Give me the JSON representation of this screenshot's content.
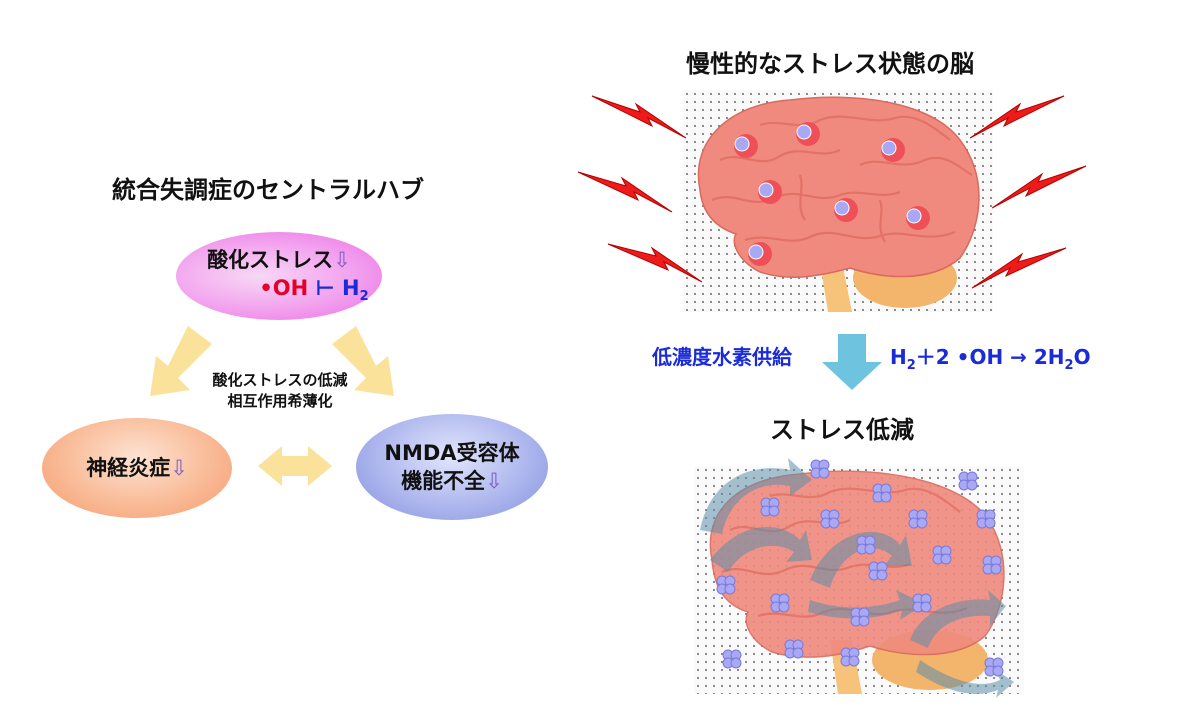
{
  "left": {
    "title": "統合失調症のセントラルハブ",
    "top_node": {
      "label": "酸化ストレス",
      "down_arrow": "⇩",
      "oh": "•OH",
      "inhibit": "⊢",
      "h2_base": "H",
      "h2_sub": "2"
    },
    "center_note": {
      "line1": "酸化ストレスの低減",
      "line2": "相互作用希薄化"
    },
    "left_node": {
      "label": "神経炎症",
      "down_arrow": "⇩"
    },
    "right_node": {
      "line1": "NMDA受容体",
      "line2": "機能不全",
      "down_arrow": "⇩"
    }
  },
  "right": {
    "top_title": "慢性的なストレス状態の脳",
    "supply_label": "低濃度水素供給",
    "equation": {
      "h": "H",
      "sub2a": "2",
      "plus": "＋2 •OH → 2H",
      "sub2b": "2",
      "o": "O"
    },
    "bottom_title": "ストレス低減"
  },
  "colors": {
    "top_node": "#f27ff0",
    "left_node": "#f7a881",
    "right_node": "#8c97e0",
    "arrow_yellow": "#fbe29a",
    "arrow_blue": "#6ec3df",
    "brain": "#f08a7e",
    "lightning": "#ee1b1b"
  }
}
